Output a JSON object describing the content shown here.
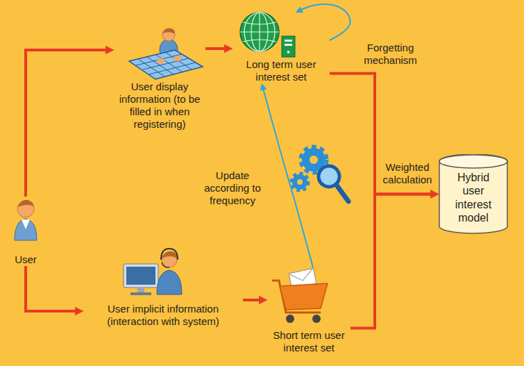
{
  "diagram": {
    "nodes": [
      {
        "text": [
          "User"
        ]
      },
      {
        "text": [
          "User display information (to be filled in when registering)"
        ]
      },
      {
        "text": [
          "User implicit information (interaction with system)"
        ]
      },
      {
        "text": [
          "Long term user interest set"
        ]
      },
      {
        "text": [
          "Short term user interest set"
        ]
      },
      {
        "text": [
          "Hybrid user interest model"
        ]
      }
    ],
    "edges": [
      {
        "from": 0,
        "to": 1,
        "arrow": "to"
      },
      {
        "from": 0,
        "to": 2,
        "arrow": "to"
      },
      {
        "from": 1,
        "to": 3,
        "arrow": "to"
      },
      {
        "from": 2,
        "to": 4,
        "arrow": "to"
      },
      {
        "from": 4,
        "to": 3,
        "label": "Update according to frequency",
        "arrow": "to"
      },
      {
        "from": 3,
        "to": 3,
        "label": "Forgetting mechanism",
        "arrow": "to"
      },
      {
        "from": 3,
        "to": 5,
        "label": "Weighted calculation",
        "arrow": "to"
      },
      {
        "from": 4,
        "to": 5,
        "arrow": "to"
      }
    ]
  }
}
